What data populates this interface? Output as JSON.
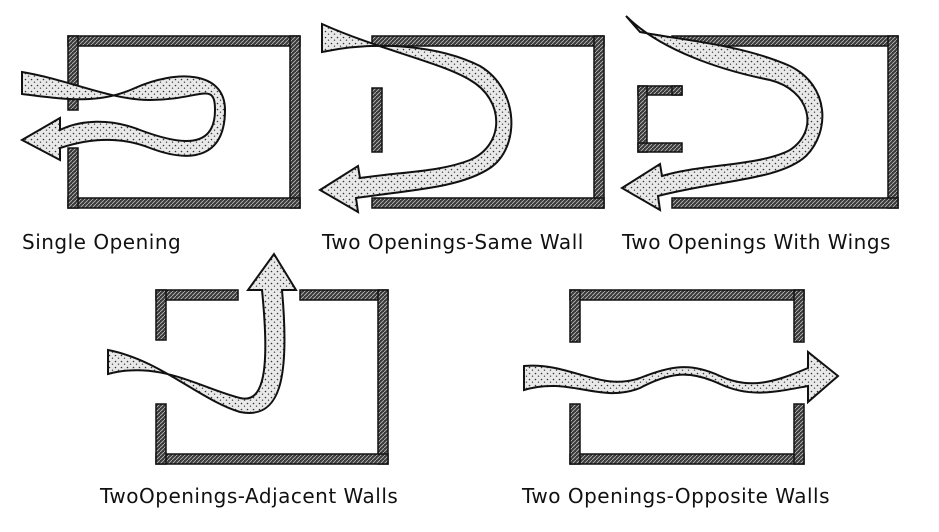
{
  "diagrams": [
    {
      "id": "single-opening",
      "label": "Single Opening"
    },
    {
      "id": "two-openings-same-wall",
      "label": "Two Openings-Same Wall"
    },
    {
      "id": "two-openings-with-wings",
      "label": "Two Openings With Wings"
    },
    {
      "id": "two-openings-adjacent-walls",
      "label": "TwoOpenings-Adjacent Walls"
    },
    {
      "id": "two-openings-opposite-walls",
      "label": "Two Openings-Opposite Walls"
    }
  ],
  "colors": {
    "wall_fill": "#555555",
    "wall_stroke": "#111111",
    "airflow_fill": "#e6e6e6",
    "airflow_stroke": "#111111",
    "background": "#ffffff"
  }
}
